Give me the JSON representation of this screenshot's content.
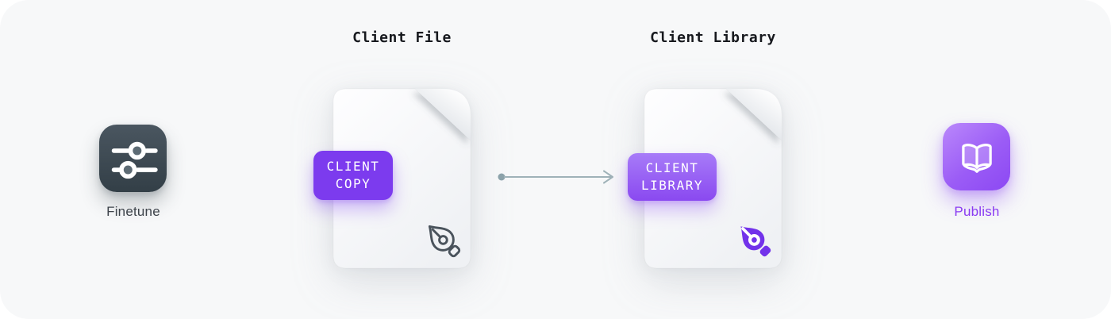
{
  "diagram": {
    "background_color": "#F7F8F9",
    "finetune": {
      "label": "Finetune",
      "icon": "sliders-icon",
      "icon_color": "#38444D"
    },
    "client_file": {
      "title": "Client File",
      "badge": {
        "line1": "CLIENT",
        "line2": "COPY",
        "color": "#7C3BEE"
      },
      "pen_icon": "pen-nib-outline-icon",
      "pen_color": "#4A535C"
    },
    "arrow": {
      "icon": "arrow-right-icon",
      "color": "#9FB2B8"
    },
    "client_library": {
      "title": "Client Library",
      "badge": {
        "line1": "CLIENT",
        "line2": "LIBRARY",
        "color_top": "#A77BF8",
        "color_bottom": "#8A49F0"
      },
      "pen_icon": "pen-nib-filled-icon",
      "pen_color": "#7232EA"
    },
    "publish": {
      "label": "Publish",
      "icon": "book-open-icon",
      "label_color": "#8A3BF2",
      "icon_color_top": "#BA88FB",
      "icon_color_bottom": "#8C48F3"
    }
  }
}
